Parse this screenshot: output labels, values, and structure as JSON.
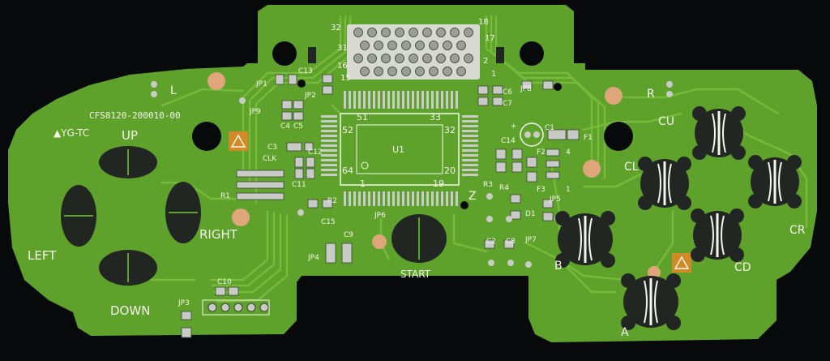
{
  "colors": {
    "background": "#07090a",
    "board": "#5ea22c",
    "trace": "#78bb3a",
    "silkscreen": "#f4f6ea",
    "contact_pad": "#222622",
    "gold_pad": "#e0a67b",
    "tin_pad": "#c9ccc6",
    "warning_triangle": "#d28a26"
  },
  "board": {
    "part_number": "CFS8120-200010-00",
    "revision": "▲YG-TC"
  },
  "buttons": {
    "up": "UP",
    "down": "DOWN",
    "left": "LEFT",
    "right": "RIGHT",
    "start": "START",
    "a": "A",
    "b": "B",
    "cu": "CU",
    "cd": "CD",
    "cl": "CL",
    "cr": "CR",
    "l": "L",
    "r": "R",
    "z": "Z"
  },
  "chip": {
    "name": "U1",
    "pins": {
      "p1": "1",
      "p19": "19",
      "p20": "20",
      "p32": "32",
      "p33": "33",
      "p51": "51",
      "p52": "52",
      "p64": "64"
    }
  },
  "connector": {
    "pins": {
      "p1": "1",
      "p2": "2",
      "p15": "15",
      "p16": "16",
      "p17": "17",
      "p18": "18",
      "p31": "31",
      "p32": "32"
    }
  },
  "components": {
    "jp1": "JP1",
    "jp2": "JP2",
    "jp3": "JP3",
    "jp4": "JP4",
    "jp5": "JP5",
    "jp6": "JP6",
    "jp7": "JP7",
    "jp8": "JP8",
    "jp9": "JP9",
    "c1": "C1",
    "c2": "C2",
    "c3": "C3",
    "c4": "C4",
    "c5": "C5",
    "c6": "C6",
    "c7": "C7",
    "c8": "C8",
    "c9": "C9",
    "c10": "C10",
    "c11": "C11",
    "c12": "C12",
    "c13": "C13",
    "c14": "C14",
    "c15": "C15",
    "r1": "R1",
    "r2": "R2",
    "r3": "R3",
    "r4": "R4",
    "d1": "D1",
    "f1": "F1",
    "clk": "CLK",
    "plus": "+",
    "f2": "F2",
    "f3": "F3",
    "n1": "1",
    "n4": "4"
  }
}
